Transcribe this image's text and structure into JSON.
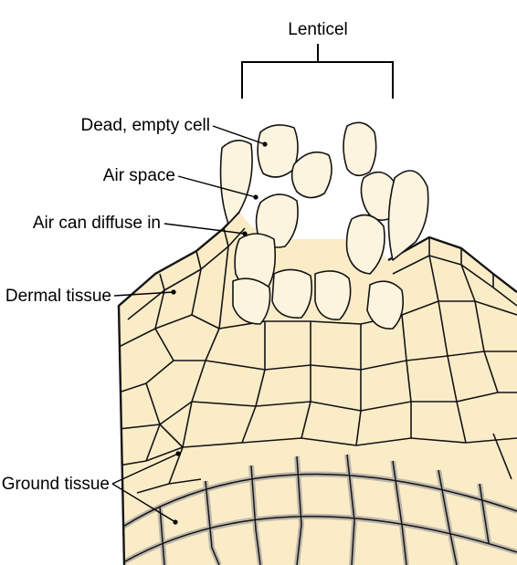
{
  "diagram": {
    "labels": {
      "lenticel": "Lenticel",
      "dead_empty_cell": "Dead, empty cell",
      "air_space": "Air space",
      "air_can_diffuse_in": "Air can diffuse in",
      "dermal_tissue": "Dermal tissue",
      "ground_tissue": "Ground tissue"
    },
    "colors": {
      "cell_fill": "#fbecc8",
      "loose_cell_fill": "#fdf4df",
      "cell_wall": "#141414",
      "thick_wall": "#bdb7ab",
      "background": "#ffffff"
    }
  }
}
